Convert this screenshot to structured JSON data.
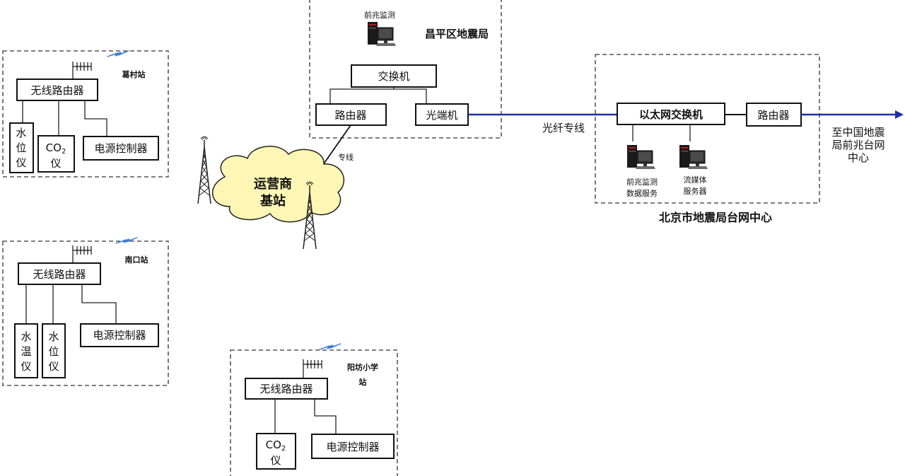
{
  "changping": {
    "title": "昌平区地震局",
    "pc_label": "前兆监测",
    "switch": "交换机",
    "router": "路由器",
    "optical": "光端机",
    "dedicated_line": "专线"
  },
  "fiber_label": "光纤专线",
  "beijing": {
    "title": "北京市地震局台网中心",
    "eth_switch": "以太网交换机",
    "router": "路由器",
    "server1_l1": "前兆监测",
    "server1_l2": "数据服务",
    "server2_l1": "流媒体",
    "server2_l2": "服务器"
  },
  "destination": {
    "l1": "至中国地震",
    "l2": "局前兆台网",
    "l3": "中心"
  },
  "cloud": {
    "l1": "运营商",
    "l2": "基站"
  },
  "gecun": {
    "title": "葛村站",
    "router": "无线路由器",
    "water_level": [
      "水",
      "位",
      "仪"
    ],
    "co2": {
      "main": "CO",
      "sub": "2",
      "l2": "仪"
    },
    "power": "电源控制器"
  },
  "nankou": {
    "title": "南口站",
    "router": "无线路由器",
    "water_temp": [
      "水",
      "温",
      "仪"
    ],
    "water_level": [
      "水",
      "位",
      "仪"
    ],
    "power": "电源控制器"
  },
  "yangfang": {
    "title_l1": "阳坊小学",
    "title_l2": "站",
    "router": "无线路由器",
    "co2": {
      "main": "CO",
      "sub": "2",
      "l2": "仪"
    },
    "power": "电源控制器"
  },
  "colors": {
    "fiber": "#1f2fa8",
    "cloud": "#fdf6b4",
    "signal": "#3a7bd5"
  }
}
